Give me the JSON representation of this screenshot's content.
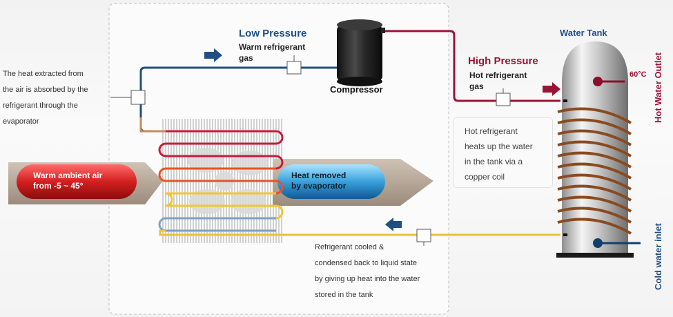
{
  "labels": {
    "low_pressure": "Low Pressure",
    "low_pressure_sub_1": "Warm refrigerant",
    "low_pressure_sub_2": "gas",
    "compressor": "Compressor",
    "high_pressure": "High Pressure",
    "high_pressure_sub_1": "Hot refrigerant",
    "high_pressure_sub_2": "gas",
    "water_tank": "Water Tank",
    "hot_water_outlet": "Hot Water Outlet",
    "cold_water_inlet": "Cold water inlet",
    "temperature": "60°C",
    "warm_air_1": "Warm ambient air",
    "warm_air_2": "from -5 ~ 45°",
    "heat_removed_1": "Heat removed",
    "heat_removed_2": "by evaporator"
  },
  "notes": {
    "evaporator_1": "The heat extracted from",
    "evaporator_2": "the air is absorbed by the",
    "evaporator_3": "refrigerant through the",
    "evaporator_4": "evaporator",
    "coil_1": "Hot refrigerant",
    "coil_2": "heats up the water",
    "coil_3": "in the tank via a",
    "coil_4": "copper coil",
    "condense_1": "Refrigerant cooled &",
    "condense_2": "condensed back to liquid state",
    "condense_3": "by giving up heat into the water",
    "condense_4": "stored in the tank"
  },
  "colors": {
    "low_pressure_pipe": "#1f4f83",
    "high_pressure_pipe": "#9a1236",
    "liquid_pipe": "#e8c23a",
    "copper_coil": "#8a4a20",
    "warm_air": "#d42a2a",
    "cool_air": "#2f8fd0"
  }
}
